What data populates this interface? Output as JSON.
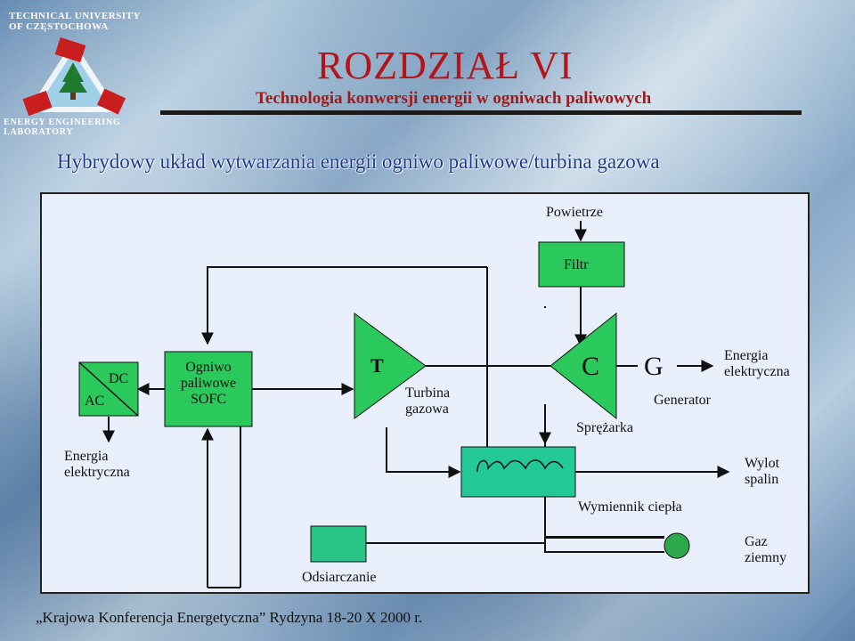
{
  "header": {
    "university": [
      "TECHNICAL UNIVERSITY",
      "OF CZĘSTOCHOWA"
    ],
    "lab": [
      "ENERGY ENGINEERING",
      "LABORATORY"
    ],
    "chapter": "ROZDZIAŁ VI",
    "subtitle": "Technologia konwersji energii w ogniwach paliwowych"
  },
  "slide_title": "Hybrydowy układ wytwarzania energii ogniwo paliwowe/turbina gazowa",
  "diagram": {
    "air": "Powietrze",
    "filter": "Filtr",
    "inverter_dc": "DC",
    "inverter_ac": "AC",
    "fuel_cell": [
      "Ogniwo",
      "paliwowe",
      "SOFC"
    ],
    "turbine_letter": "T",
    "turbine_label": [
      "Turbina",
      "gazowa"
    ],
    "compressor_letter": "C",
    "compressor_label": "Sprężarka",
    "generator_letter": "G",
    "generator_label": "Generator",
    "energy_out_right": [
      "Energia",
      "elektryczna"
    ],
    "energy_out_left": [
      "Energia",
      "elektryczna"
    ],
    "exhaust": [
      "Wylot",
      "spalin"
    ],
    "heat_exchanger": "Wymiennik ciepła",
    "gas": [
      "Gaz",
      "ziemny"
    ],
    "desulfurization": "Odsiarczanie"
  },
  "colors": {
    "box_green": "#2bc95b",
    "panel_bg": "#e9f0fb",
    "heat_exchanger": "#22c997",
    "desulf": "#27c486",
    "gas_circle": "#2ea84c",
    "title_red": "#b3151a",
    "heading_blue": "#1b3a8c"
  },
  "footer": "„Krajowa Konferencja Energetyczna” Rydzyna 18-20 X 2000 r."
}
